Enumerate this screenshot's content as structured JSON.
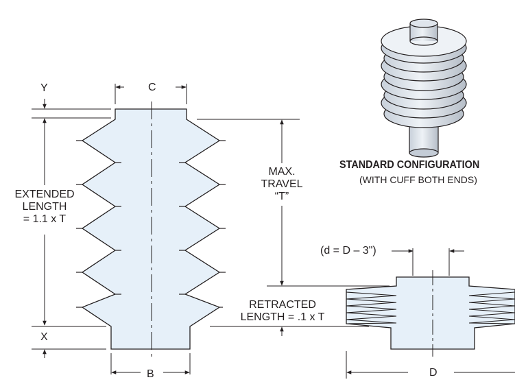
{
  "labels": {
    "y": "Y",
    "c": "C",
    "x": "X",
    "b": "B",
    "d_upper": "D",
    "extended_length": [
      "EXTENDED",
      "LENGTH",
      "= 1.1 x T"
    ],
    "max_travel": [
      "MAX.",
      "TRAVEL",
      "“T”"
    ],
    "retracted_length": [
      "RETRACTED",
      "LENGTH = .1 x T"
    ],
    "d_formula": "(d = D – 3\")"
  },
  "caption": {
    "title": "STANDARD CONFIGURATION",
    "subtitle": "(WITH CUFF BOTH ENDS)"
  },
  "colors": {
    "fill": "#e6f0f9",
    "stroke": "#231f20",
    "background": "#ffffff"
  }
}
